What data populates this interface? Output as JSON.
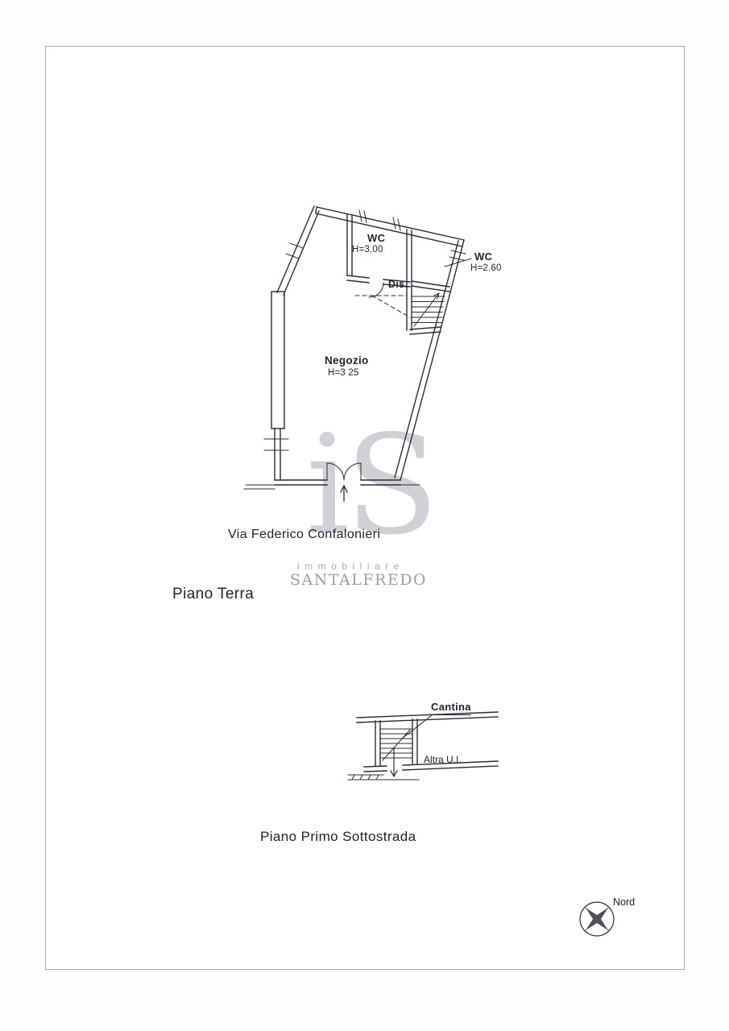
{
  "ground_floor": {
    "wc1_label": "WC",
    "wc1_height": "H=3.00",
    "wc2_label": "WC",
    "wc2_height": "H=2.60",
    "dis_label": "Dis.",
    "negozio_label": "Negozio",
    "negozio_height": "H=3 25",
    "street_label": "Via Federico Confalonieri",
    "floor_title": "Piano Terra"
  },
  "basement": {
    "cantina_label": "Cantina",
    "altra_ui_label": "Altra U.I.",
    "floor_title": "Piano Primo Sottostrada"
  },
  "watermark": {
    "monogram": "iS",
    "line1": "immobiliare",
    "line2": "SANTALFREDO"
  },
  "compass": {
    "label": "Nord"
  },
  "colors": {
    "ink": "#2b2b36",
    "watermark_gray": "#b4b4bd",
    "frame_gray": "#a9a9b2"
  }
}
